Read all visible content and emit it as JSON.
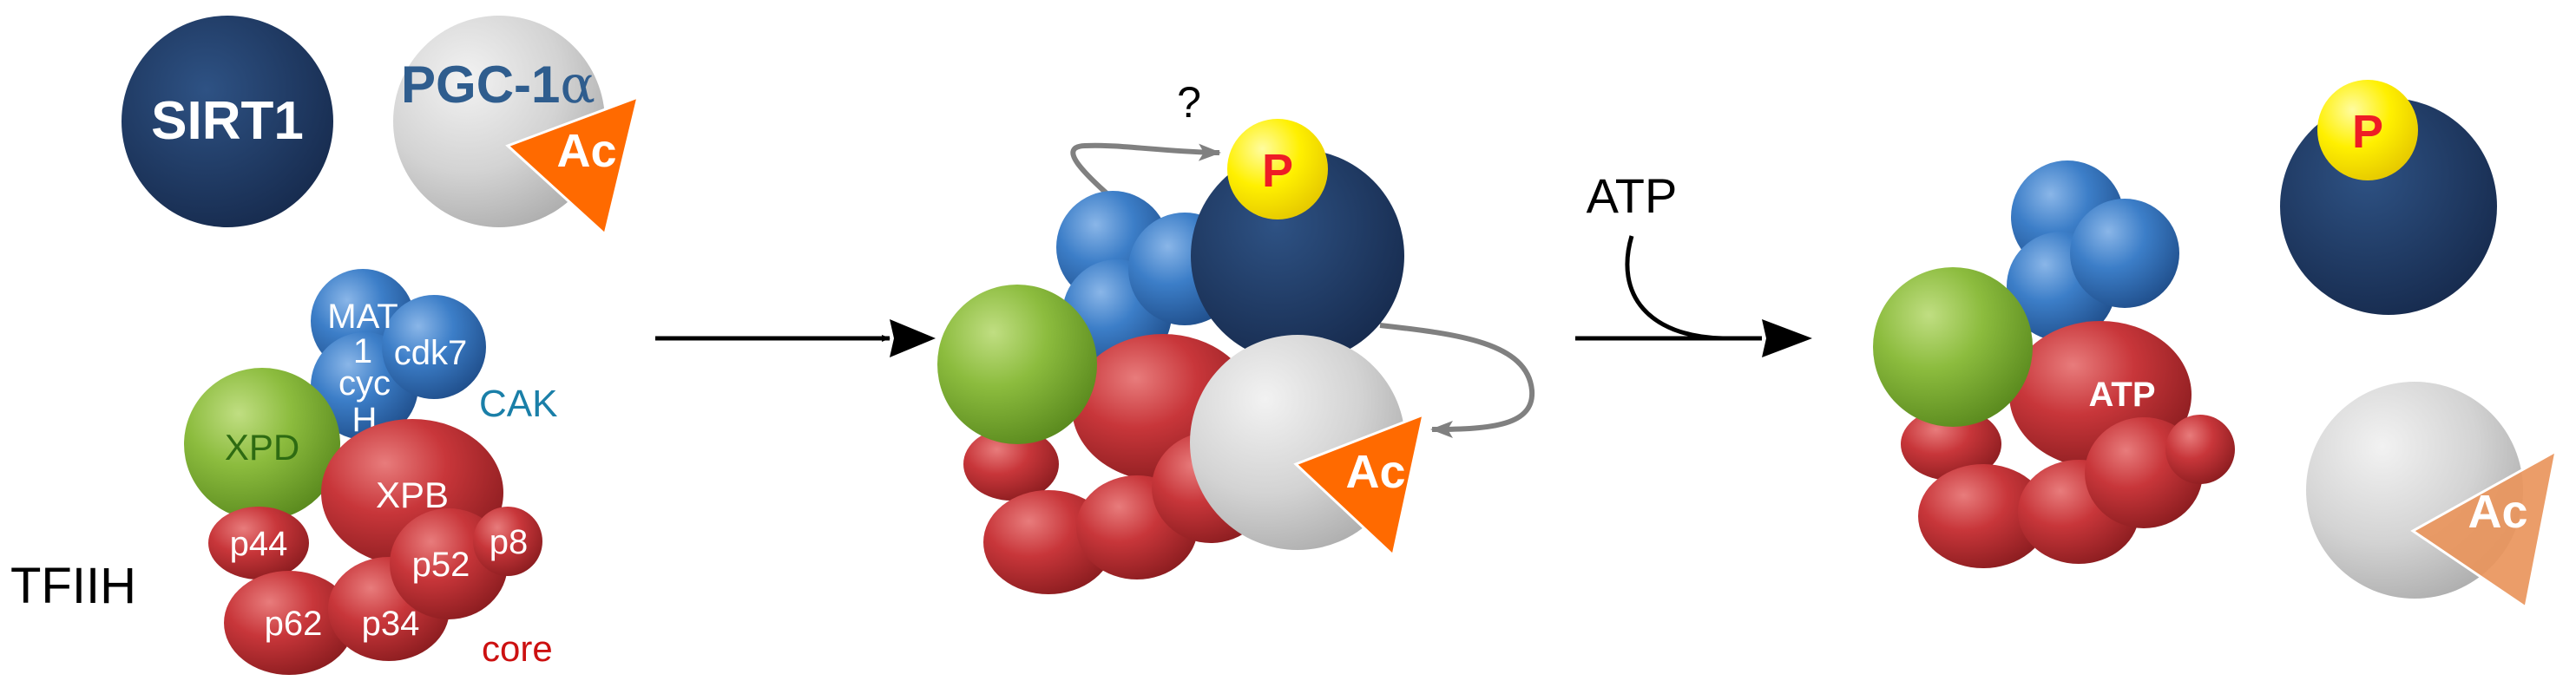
{
  "labels": {
    "sirt1": "SIRT1",
    "pgc1": "PGC-1",
    "alpha": "α",
    "ac": "Ac",
    "p": "P",
    "question": "?",
    "atp_input": "ATP",
    "atp_bound": "ATP",
    "mat": "MAT",
    "mat_one": "1",
    "cdk7": "cdk7",
    "cyc": "cyc",
    "cyc_h": "H",
    "cak": "CAK",
    "xpd": "XPD",
    "xpb": "XPB",
    "p44": "p44",
    "p52": "p52",
    "p8": "p8",
    "p62": "p62",
    "p34": "p34",
    "core": "core",
    "tfiih": "TFIIH"
  },
  "colors": {
    "sirt1_navy": "#1f3a62",
    "pgc_gray": "#d3d3d3",
    "acetyl_orange": "#ff6a00",
    "acetyl_faded": "#e9955c",
    "phospho_yellow": "#fff000",
    "phospho_text": "#ee1c25",
    "cak_blue": "#3c7ec8",
    "xpd_green": "#8cbc3e",
    "core_red": "#c8363a",
    "cak_text": "#1a7fa8",
    "xpd_text": "#2e6b12",
    "core_text": "#cc1010",
    "pgc_text": "#2f5d8e",
    "arrow_gray": "#808080"
  }
}
